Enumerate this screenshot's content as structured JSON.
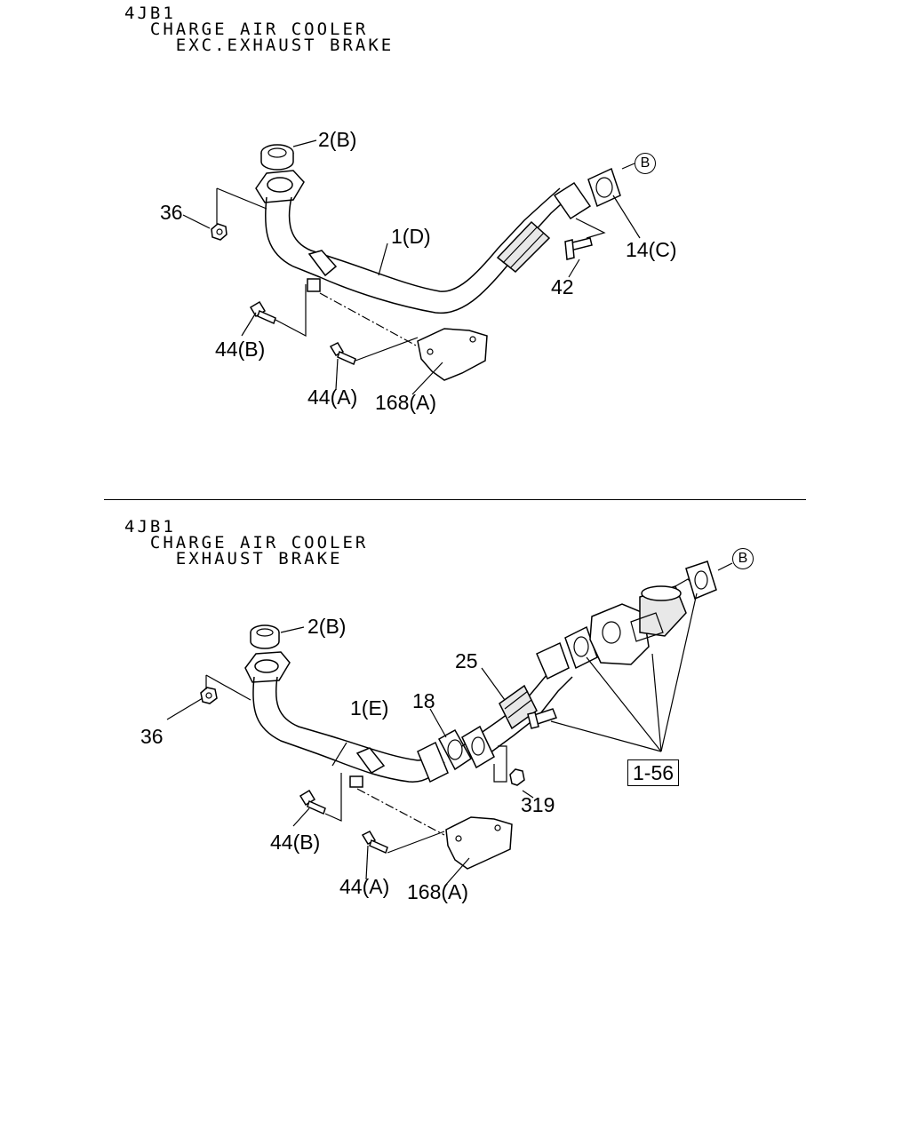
{
  "diagram_1": {
    "header": [
      "4JB1",
      "  CHARGE AIR COOLER",
      "    EXC.EXHAUST BRAKE"
    ],
    "labels": {
      "p2b": "2(B)",
      "p36": "36",
      "p1d": "1(D)",
      "p14c": "14(C)",
      "p42": "42",
      "p44b": "44(B)",
      "p44a": "44(A)",
      "p168a": "168(A)",
      "ref_b": "B"
    }
  },
  "diagram_2": {
    "header": [
      "4JB1",
      "  CHARGE AIR COOLER",
      "    EXHAUST BRAKE"
    ],
    "labels": {
      "p2b": "2(B)",
      "p36": "36",
      "p1e": "1(E)",
      "p18": "18",
      "p25": "25",
      "p319": "319",
      "p44b": "44(B)",
      "p44a": "44(A)",
      "p168a": "168(A)",
      "ref_b": "B",
      "box_156": "1-56"
    }
  }
}
